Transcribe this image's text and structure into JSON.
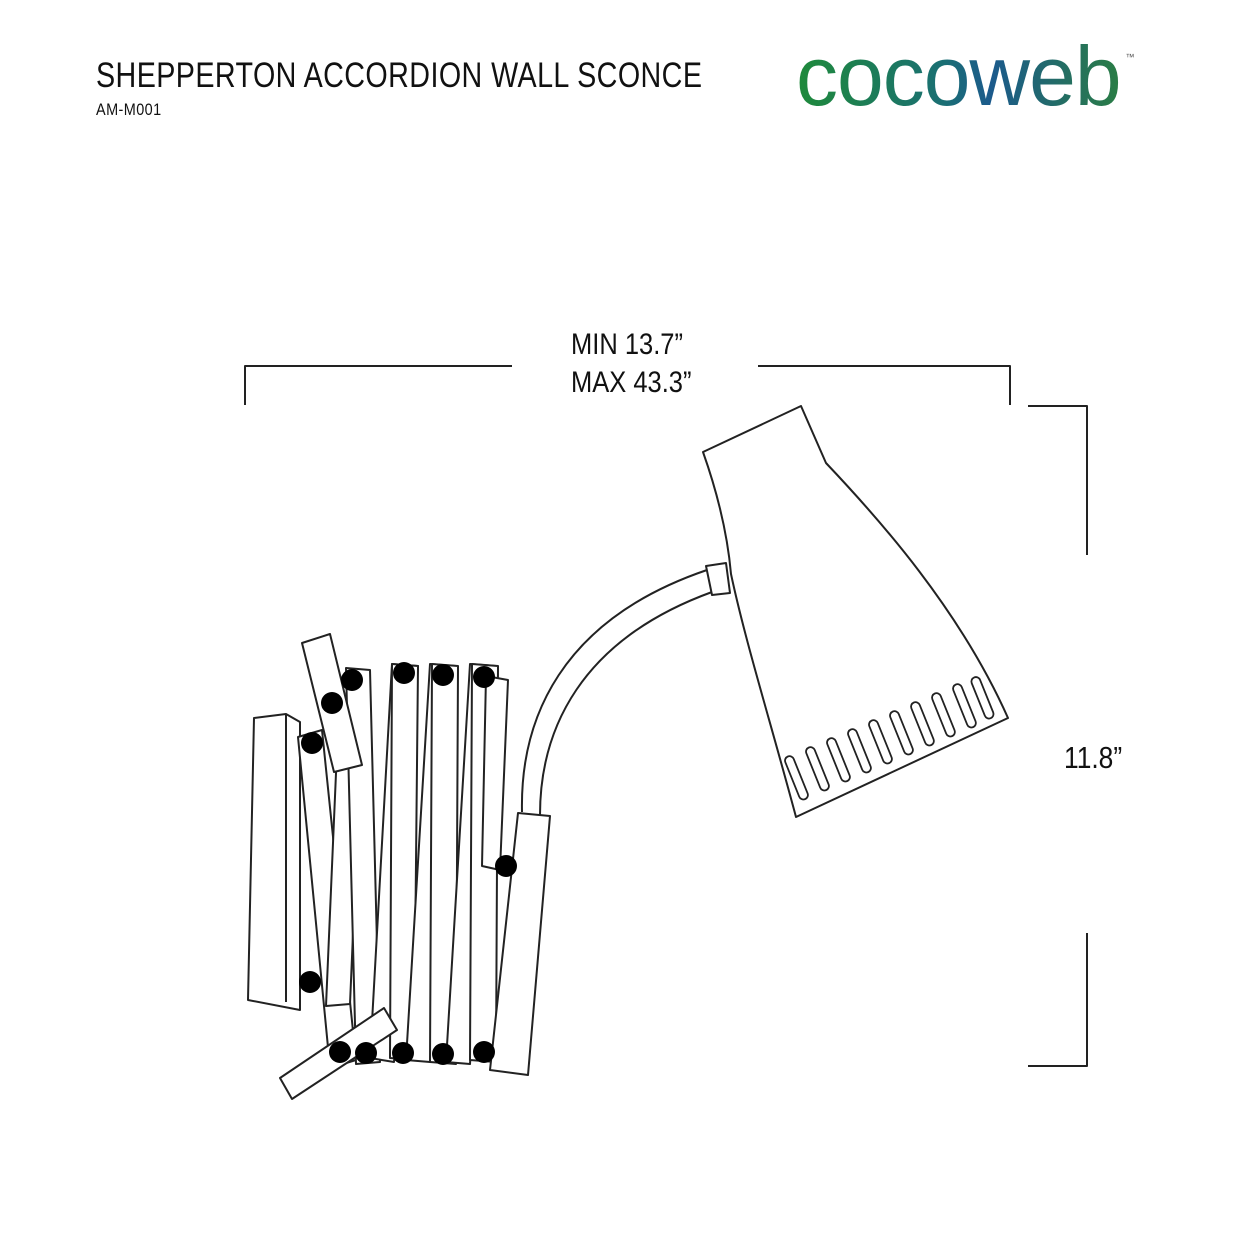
{
  "header": {
    "title": "SHEPPERTON ACCORDION WALL SCONCE",
    "sku": "AM-M001"
  },
  "brand": {
    "name": "cocoweb",
    "trademark": "™",
    "colors": {
      "green": "#1f8a3a",
      "blue": "#1b5a8c"
    }
  },
  "dimensions": {
    "width_min": "MIN 13.7”",
    "width_max": "MAX 43.3”",
    "height": "11.8”"
  },
  "icons": {
    "sconce": "accordion-wall-sconce-line-drawing"
  }
}
